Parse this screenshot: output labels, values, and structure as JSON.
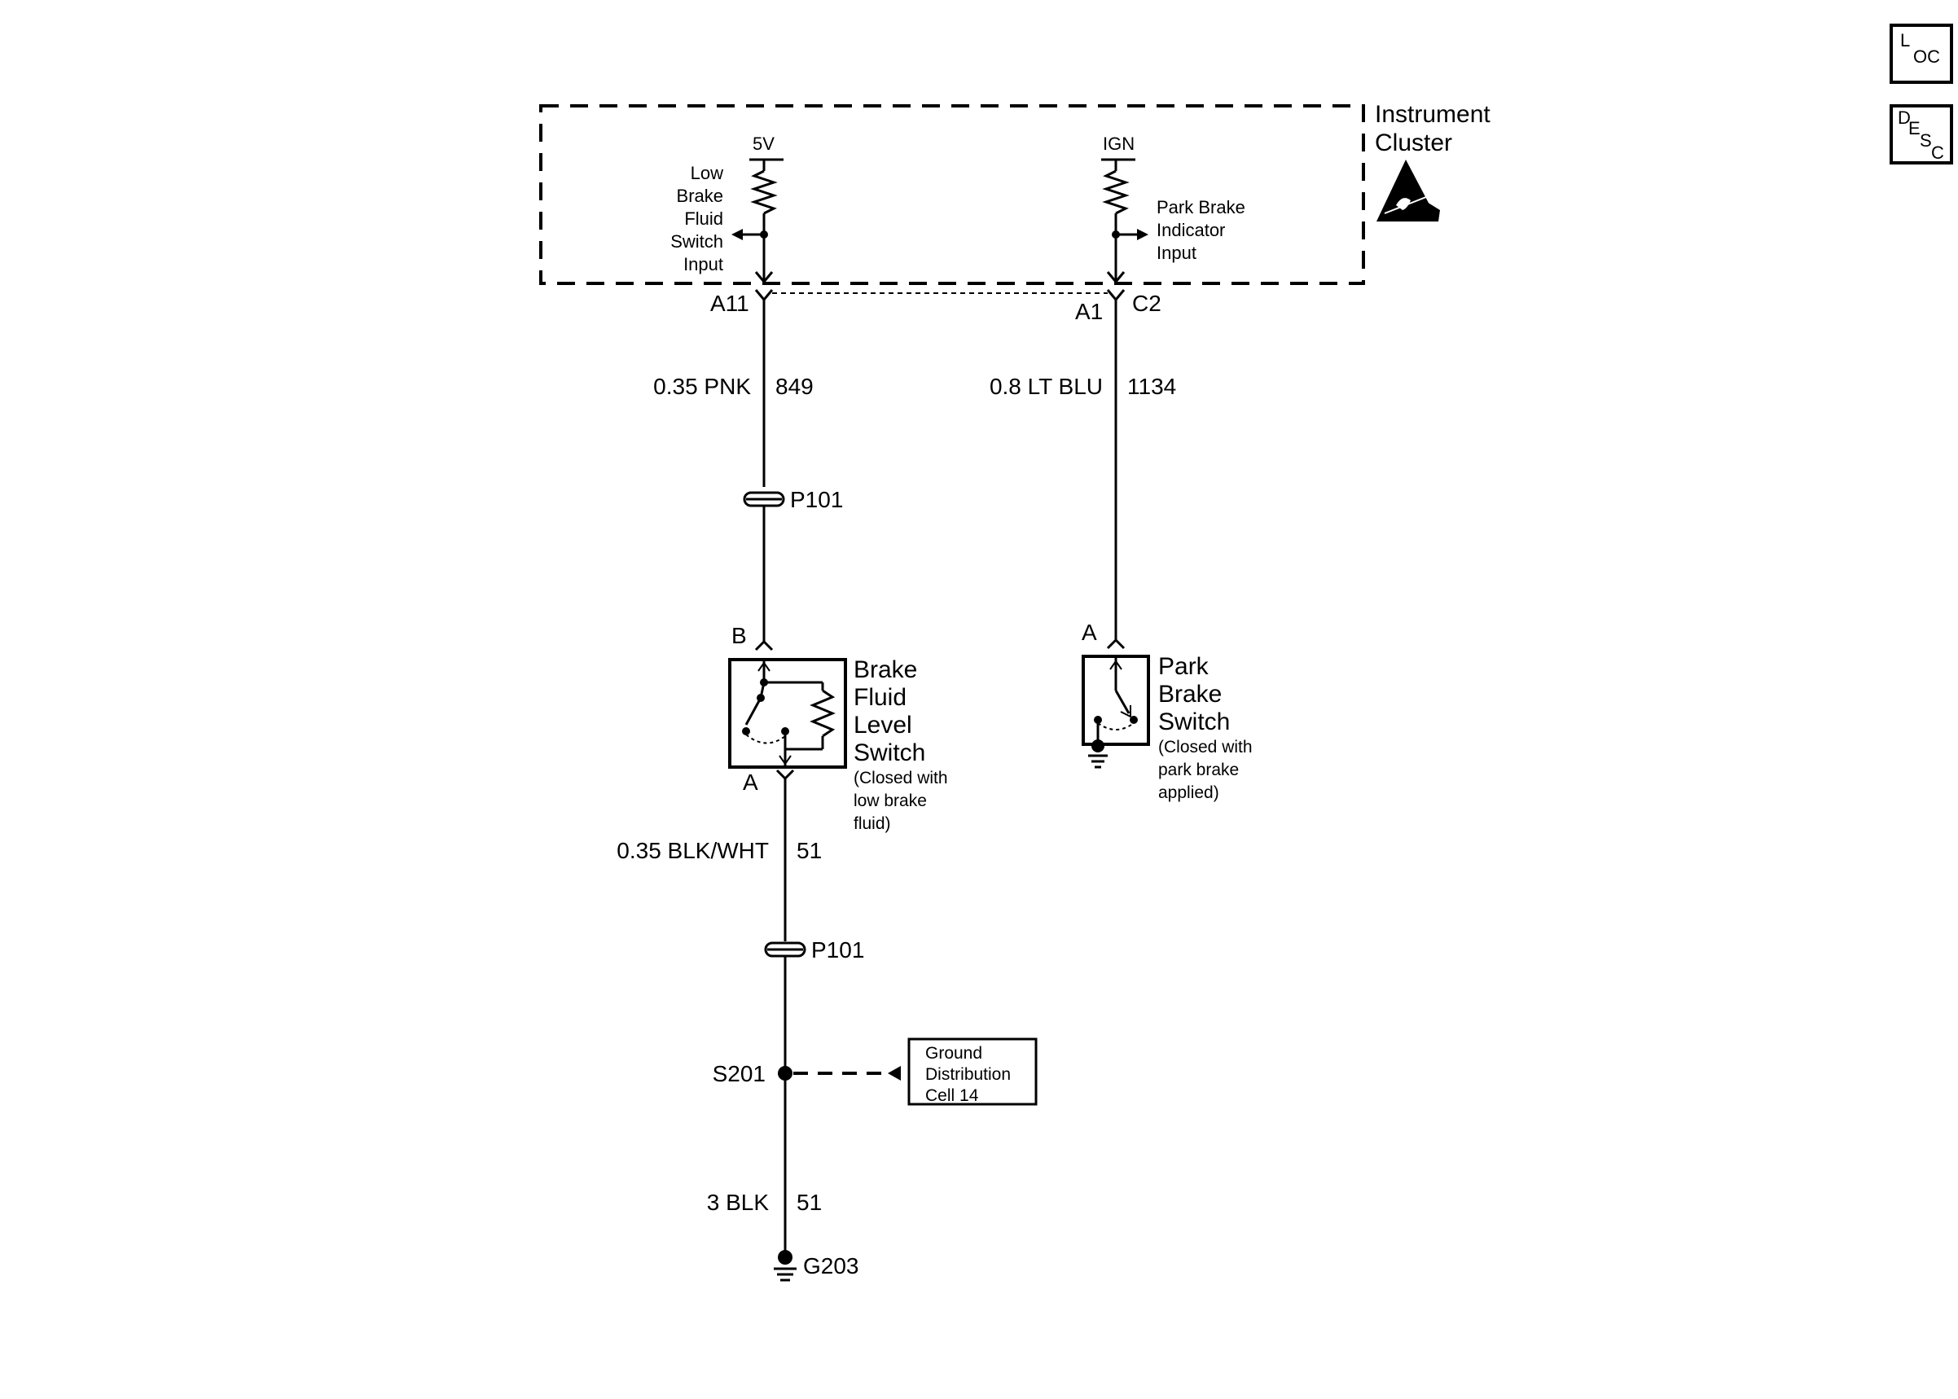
{
  "nav": {
    "loc": {
      "top": "L",
      "bottom": "OC"
    },
    "desc": {
      "top": "D",
      "mid": "E",
      "sub1": "S",
      "sub2": "C"
    }
  },
  "instrument_cluster": {
    "title": [
      "Instrument",
      "Cluster"
    ],
    "supply_5v": "5V",
    "supply_ign": "IGN",
    "low_brake_input": [
      "Low",
      "Brake",
      "Fluid",
      "Switch",
      "Input"
    ],
    "park_brake_input": [
      "Park Brake",
      "Indicator",
      "Input"
    ]
  },
  "connectors": {
    "a11": "A11",
    "a1": "A1",
    "c2": "C2",
    "b_top": "B",
    "a_bottom": "A",
    "a_park": "A",
    "p101_upper": "P101",
    "p101_lower": "P101"
  },
  "wires": {
    "w849_size_color": "0.35 PNK",
    "w849_circuit": "849",
    "w1134_size_color": "0.8 LT BLU",
    "w1134_circuit": "1134",
    "w51a_size_color": "0.35 BLK/WHT",
    "w51a_circuit": "51",
    "w51b_size_color": "3 BLK",
    "w51b_circuit": "51"
  },
  "components": {
    "brake_fluid_switch": [
      "Brake",
      "Fluid",
      "Level",
      "Switch"
    ],
    "brake_fluid_note": [
      "(Closed with",
      "low brake",
      "fluid)"
    ],
    "park_brake_switch": [
      "Park",
      "Brake",
      "Switch"
    ],
    "park_brake_note": [
      "(Closed with",
      "park brake",
      "applied)"
    ]
  },
  "ground": {
    "splice": "S201",
    "ground_point": "G203",
    "distribution_ref": [
      "Ground",
      "Distribution",
      "Cell 14"
    ]
  }
}
